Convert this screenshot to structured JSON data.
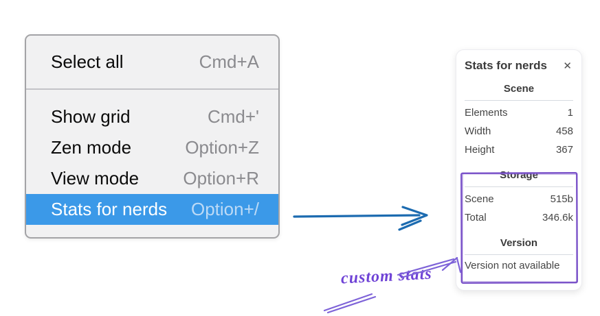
{
  "menu": {
    "items": [
      {
        "label": "Select all",
        "shortcut": "Cmd+A",
        "selected": false
      },
      {
        "label": "Show grid",
        "shortcut": "Cmd+'",
        "selected": false
      },
      {
        "label": "Zen mode",
        "shortcut": "Option+Z",
        "selected": false
      },
      {
        "label": "View mode",
        "shortcut": "Option+R",
        "selected": false
      },
      {
        "label": "Stats for nerds",
        "shortcut": "Option+/",
        "selected": true
      }
    ]
  },
  "panel": {
    "title": "Stats for nerds",
    "sections": [
      {
        "heading": "Scene",
        "rows": [
          {
            "label": "Elements",
            "value": "1"
          },
          {
            "label": "Width",
            "value": "458"
          },
          {
            "label": "Height",
            "value": "367"
          }
        ]
      },
      {
        "heading": "Storage",
        "rows": [
          {
            "label": "Scene",
            "value": "515b"
          },
          {
            "label": "Total",
            "value": "346.6k"
          }
        ]
      },
      {
        "heading": "Version",
        "note": "Version not available"
      }
    ]
  },
  "annotation": {
    "label": "custom stats"
  },
  "icons": {
    "close": "✕"
  },
  "colors": {
    "menu_highlight": "#3b99e8",
    "menu_background": "#f1f1f2",
    "flow_arrow_blue": "#1c6bb0",
    "annotation_purple": "#7a52c9",
    "annotation_text_purple": "#6f43d6",
    "shortcut_gray": "#8a8a8e"
  }
}
